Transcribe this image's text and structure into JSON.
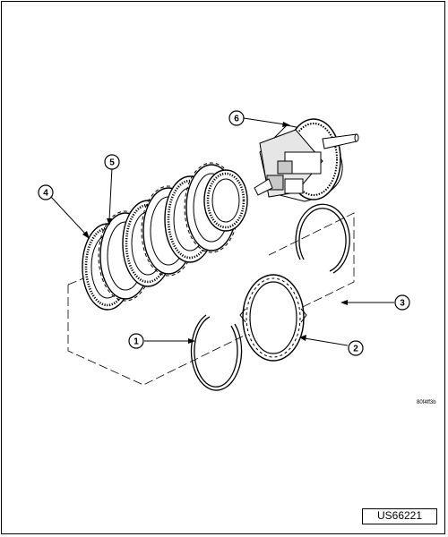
{
  "callouts": [
    {
      "number": "1",
      "part": "snap-ring"
    },
    {
      "number": "2",
      "part": "reaction-plate"
    },
    {
      "number": "3",
      "part": "snap-ring"
    },
    {
      "number": "4",
      "part": "clutch-disc"
    },
    {
      "number": "5",
      "part": "clutch-plate"
    },
    {
      "number": "6",
      "part": "clutch-retainer-hub"
    }
  ],
  "image_ref": "80f4ff3b",
  "figure_code": "US66221",
  "colors": {
    "ink": "#000000",
    "shade": "#c8c8c8",
    "paper": "#ffffff"
  }
}
